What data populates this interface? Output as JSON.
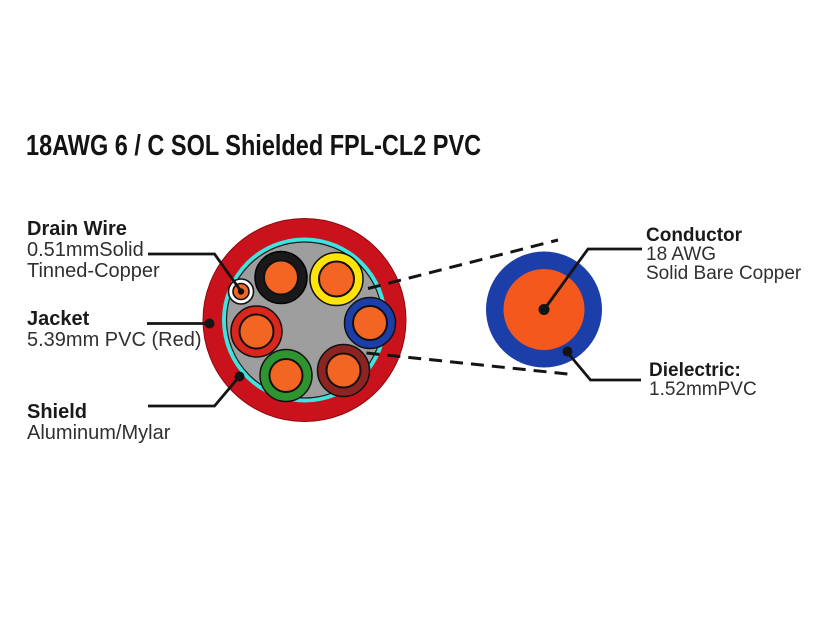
{
  "title": "18AWG 6 / C SOL Shielded FPL-CL2 PVC",
  "callouts": {
    "drain_wire": {
      "heading": "Drain Wire",
      "line1": "0.51mmSolid",
      "line2": "Tinned-Copper"
    },
    "jacket": {
      "heading": "Jacket",
      "line1": "5.39mm PVC (Red)"
    },
    "shield": {
      "heading": "Shield",
      "line1": "Aluminum/Mylar"
    },
    "conductor": {
      "heading": "Conductor",
      "line1": "18 AWG",
      "line2": "Solid Bare Copper"
    },
    "dielectric": {
      "heading": "Dielectric:",
      "line1": "1.52mmPVC"
    }
  },
  "cable": {
    "conductor_count": 6,
    "insulation_colors": [
      "black",
      "yellow",
      "blue",
      "maroon",
      "green",
      "red"
    ],
    "has_drain_wire": true
  },
  "colors": {
    "background": "#FFFFFF",
    "jacket": "#C9121B",
    "jacket_edge": "#8F0A10",
    "shield": "#3EE4E0",
    "filler": "#9E9E9E",
    "copper": "#F26522",
    "copper_large": "#F4581C",
    "insulation_black": "#191919",
    "insulation_yellow": "#FFE405",
    "insulation_blue": "#1B3EA9",
    "insulation_maroon": "#8C2522",
    "insulation_green": "#2E9430",
    "insulation_red": "#D8271C",
    "drain_ring": "#FFFFFF",
    "dielectric_blue": "#1B3EA9",
    "leader": "#141414"
  }
}
